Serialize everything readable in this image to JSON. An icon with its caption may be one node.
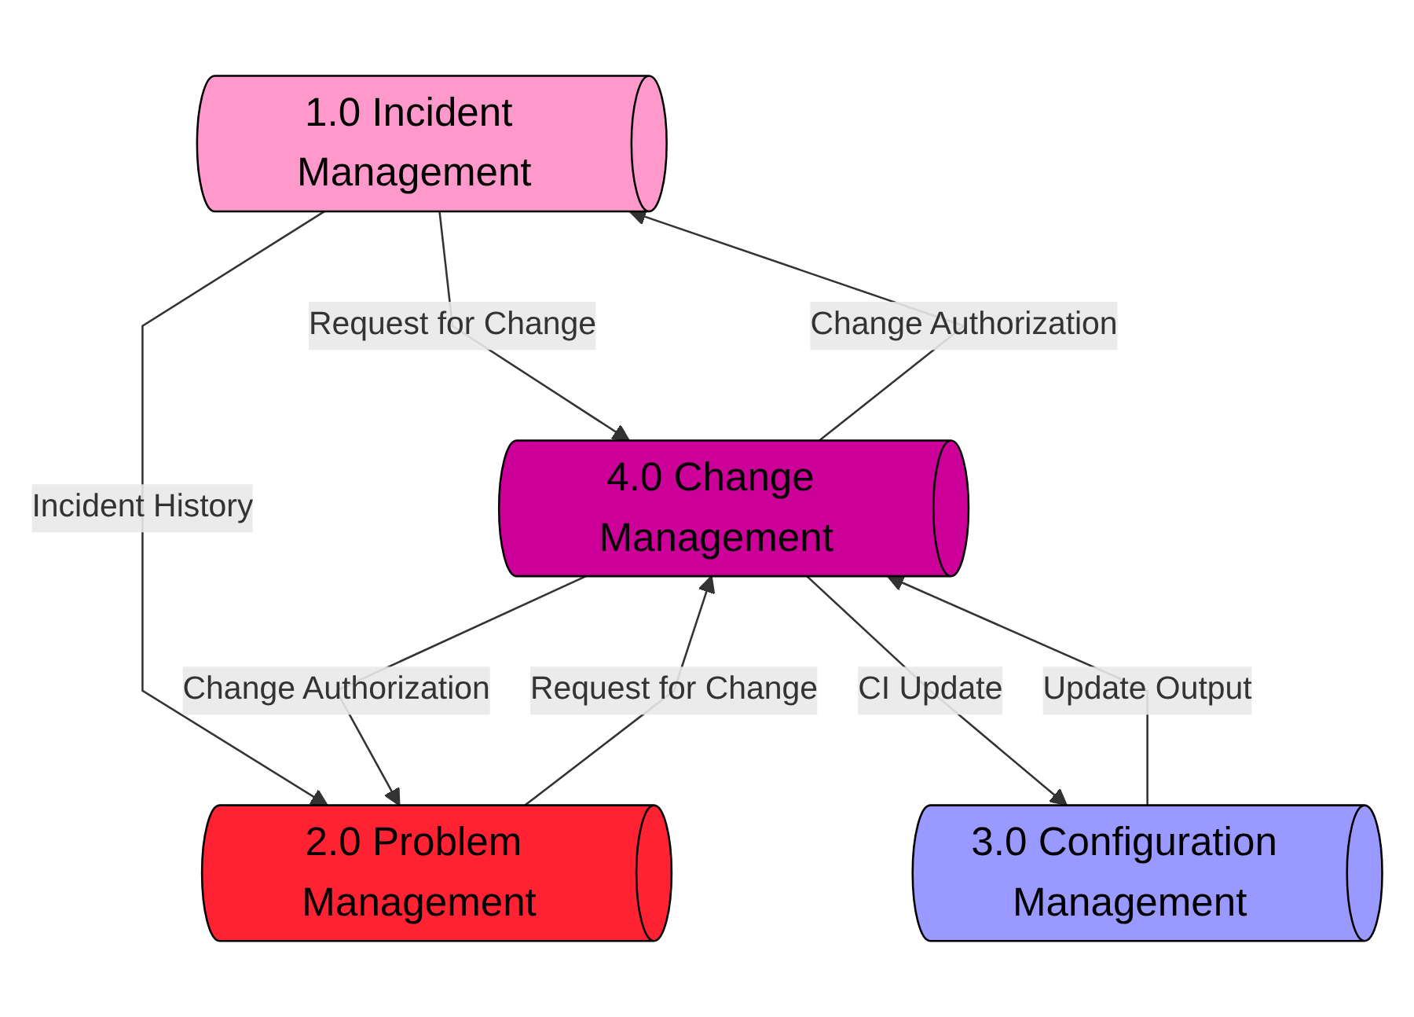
{
  "diagram": {
    "nodes": [
      {
        "text": [
          "1.0 Incident Management"
        ]
      },
      {
        "text": [
          "2.0 Problem Management"
        ]
      },
      {
        "text": [
          "3.0 Configuration Management"
        ]
      },
      {
        "text": [
          "4.0 Change Management"
        ]
      }
    ],
    "edges": [
      {
        "from": 0,
        "to": 3,
        "arrow": "to",
        "label": "Request for Change"
      },
      {
        "from": 3,
        "to": 0,
        "arrow": "to",
        "label": "Change Authorization"
      },
      {
        "from": 0,
        "to": 1,
        "arrow": "to",
        "label": "Incident History"
      },
      {
        "from": 3,
        "to": 1,
        "arrow": "to",
        "label": "Change Authorization"
      },
      {
        "from": 1,
        "to": 3,
        "arrow": "to",
        "label": "Request for Change"
      },
      {
        "from": 3,
        "to": 2,
        "arrow": "to",
        "label": "CI Update"
      },
      {
        "from": 2,
        "to": 3,
        "arrow": "to",
        "label": "Update Output"
      }
    ]
  }
}
